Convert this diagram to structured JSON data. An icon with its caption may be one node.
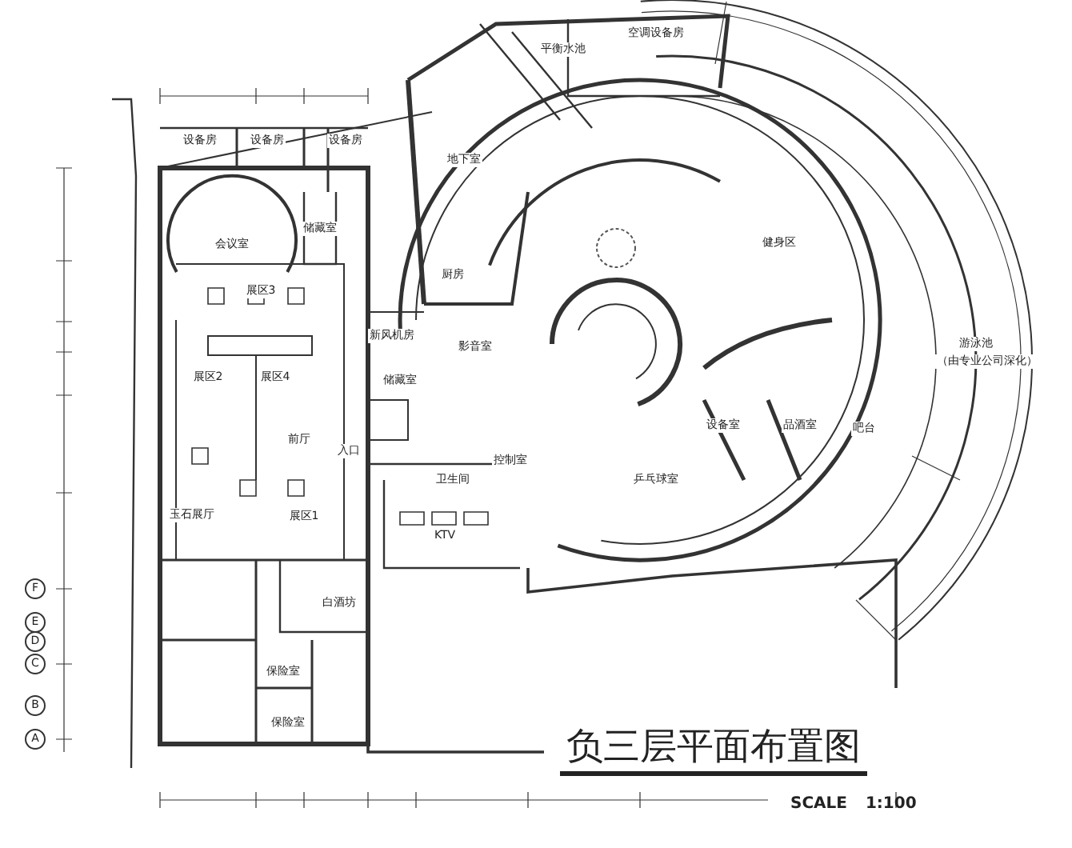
{
  "diagram": {
    "title": "负三层平面布置图",
    "labels": [
      "空调设备房",
      "平衡水池",
      "设备房",
      "设备房",
      "设备房",
      "地下室",
      "储藏室",
      "会议室",
      "健身区",
      "厨房",
      "展区3",
      "新风机房",
      "游泳池",
      "（由专业公司深化）",
      "影音室",
      "展区2",
      "展区4",
      "储藏室",
      "设备室",
      "品酒室",
      "吧台",
      "前厅",
      "入口",
      "控制室",
      "卫生间",
      "乒乓球室",
      "玉石展厅",
      "展区1",
      "KTV",
      "白酒坊",
      "保险室",
      "保险室",
      "F",
      "E",
      "D",
      "C",
      "B",
      "A",
      "SCALE 1:100"
    ]
  }
}
